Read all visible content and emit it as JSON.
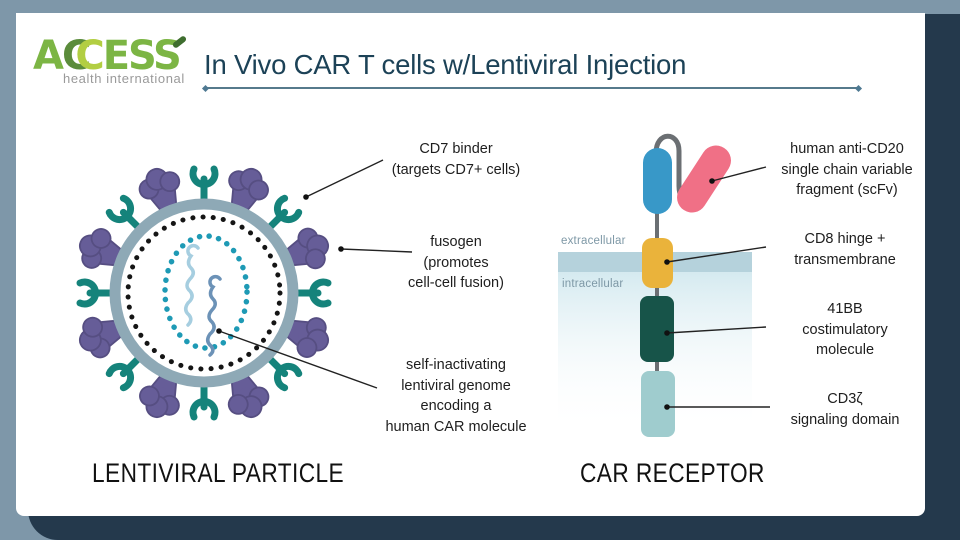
{
  "header": {
    "title": "In Vivo CAR T cells w/Lentiviral Injection"
  },
  "logo": {
    "a": "A",
    "c1": "C",
    "c2": "C",
    "ess": "ESS",
    "tagline": "health international"
  },
  "lentiviral_panel": {
    "caption": "LENTIVIRAL PARTICLE",
    "labels": {
      "cd7_binder": "CD7 binder\n(targets CD7+ cells)",
      "fusogen": "fusogen\n(promotes\ncell-cell fusion)",
      "genome": "self-inactivating\nlentiviral genome\nencoding a\nhuman CAR molecule"
    }
  },
  "car_panel": {
    "caption": "CAR RECEPTOR",
    "membrane": {
      "extracellular": "extracellular",
      "intracellular": "intracellular"
    },
    "labels": {
      "scfv": "human anti-CD20\nsingle chain variable\nfragment (scFv)",
      "cd8_hinge": "CD8 hinge +\ntransmembrane",
      "costim_41bb": "41BB\ncostimulatory\nmolecule",
      "cd3_zeta": "CD3ζ\nsignaling domain"
    }
  },
  "colors": {
    "frame": "#7E97A9",
    "accent_panel": "#24394C",
    "title_text": "#1C4257",
    "label_text": "#1E1E1E",
    "membrane_text": "#7E98A6",
    "virus_ring": "#8EA9B6",
    "cd7_receptor_teal": "#15837B",
    "fusogen_purple": "#665D98",
    "genome_dots": "#1E9AB5",
    "rna_light": "#A6CEE0",
    "rna_dark": "#6C92B7",
    "scfv_blue": "#3898C8",
    "scfv_pink": "#F07086",
    "hinge_yellow": "#EAB33B",
    "costim_green": "#175449",
    "cd3_teal": "#9FCCCE",
    "membrane_band": "#B5D2DC",
    "logo_green": "#7CB544",
    "logo_dark_c": "#5B8C3B",
    "logo_light_c": "#B2CE42",
    "logo_gray": "#9A9A9A"
  }
}
